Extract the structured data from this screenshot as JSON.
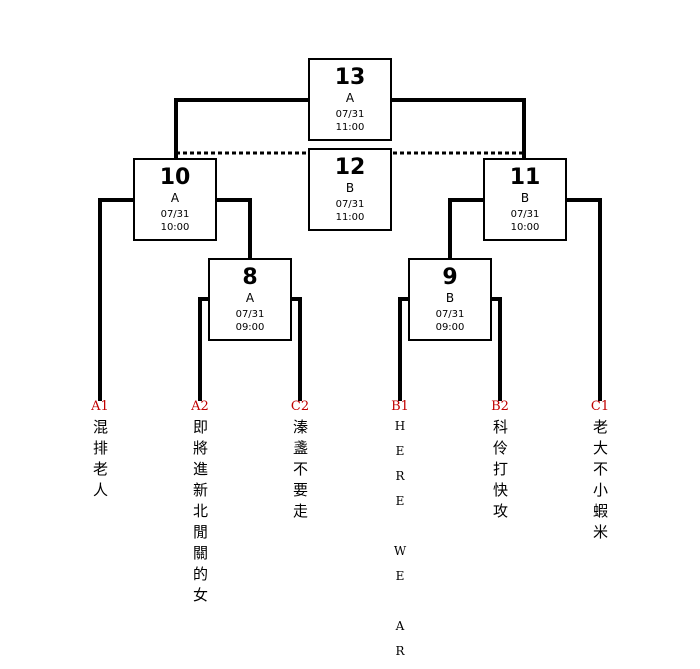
{
  "colors": {
    "line": "#000000",
    "seed": "#c00000",
    "text": "#000000"
  },
  "matches": {
    "m13": {
      "number": "13",
      "court": "A",
      "date": "07/31",
      "time": "11:00"
    },
    "m12": {
      "number": "12",
      "court": "B",
      "date": "07/31",
      "time": "11:00"
    },
    "m10": {
      "number": "10",
      "court": "A",
      "date": "07/31",
      "time": "10:00"
    },
    "m11": {
      "number": "11",
      "court": "B",
      "date": "07/31",
      "time": "10:00"
    },
    "m8": {
      "number": "8",
      "court": "A",
      "date": "07/31",
      "time": "09:00"
    },
    "m9": {
      "number": "9",
      "court": "B",
      "date": "07/31",
      "time": "09:00"
    }
  },
  "teams": [
    {
      "seed": "A1",
      "name": "混排老人"
    },
    {
      "seed": "A2",
      "name": "即將進新北閒關的女"
    },
    {
      "seed": "C2",
      "name": "溱盞不要走"
    },
    {
      "seed": "B1",
      "name": "HERE WE AR"
    },
    {
      "seed": "B2",
      "name": "科伶打快攻"
    },
    {
      "seed": "C1",
      "name": "老大不小蝦米"
    }
  ]
}
